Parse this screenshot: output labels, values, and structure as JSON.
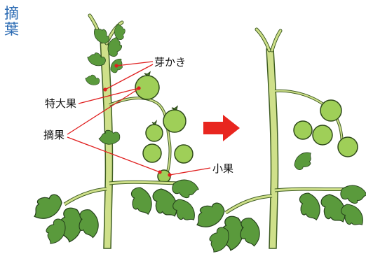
{
  "title": {
    "line1": "摘",
    "line2": "葉"
  },
  "labels": {
    "sucker_removal": "芽かき",
    "extra_large_fruit": "特大果",
    "fruit_thinning": "摘果",
    "small_fruit": "小果"
  },
  "colors": {
    "title": "#2a6ab3",
    "stem": "#cfe08a",
    "stem_outline": "#3f5d22",
    "leaf": "#5a9a3c",
    "fruit": "#9fcf58",
    "pointer": "#e02020",
    "arrow": "#e8261f"
  },
  "icons": {
    "transition": "right-arrow-icon"
  }
}
